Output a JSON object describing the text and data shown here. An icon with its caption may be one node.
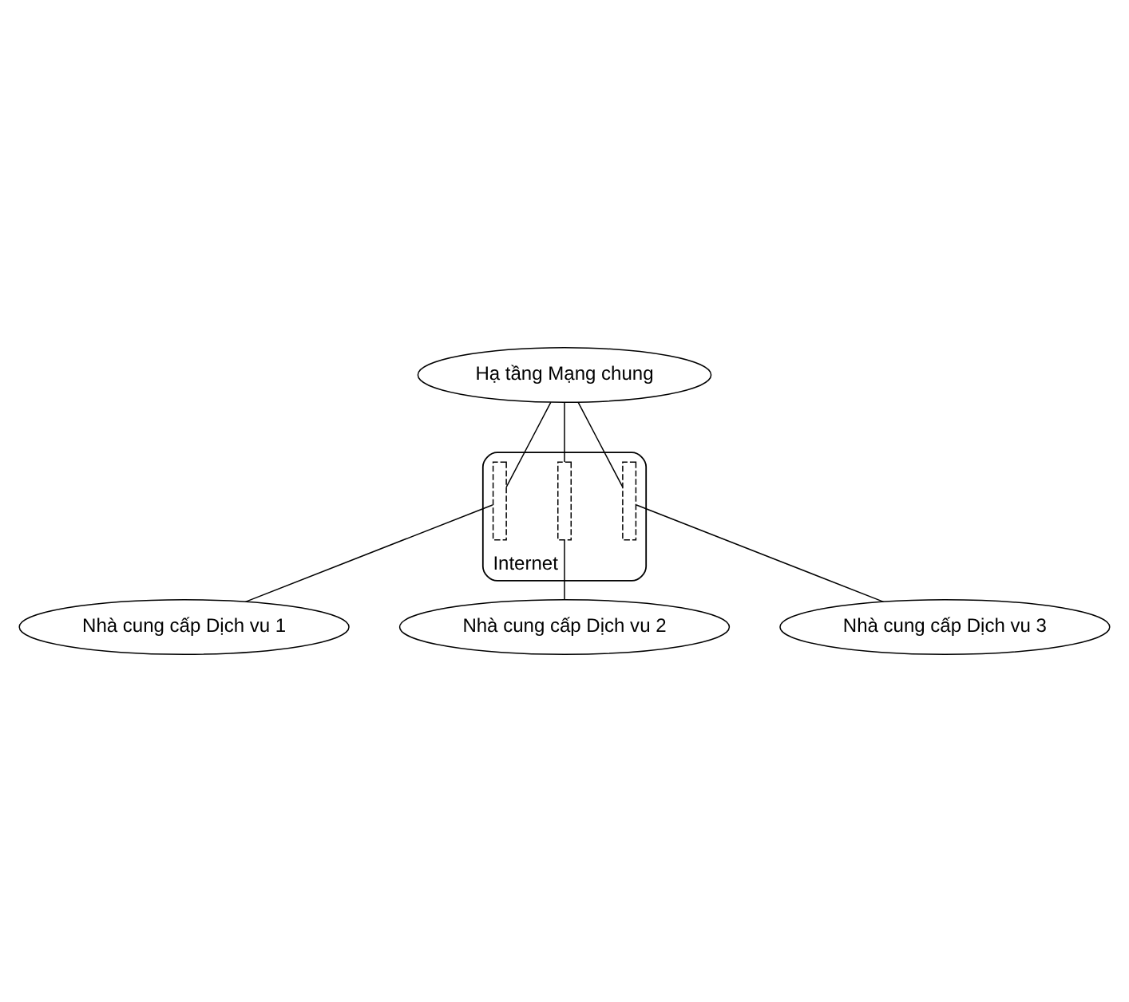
{
  "diagram": {
    "nodes": [
      {
        "text": [
          "Hạ tầng Mạng chung"
        ]
      },
      {
        "text": [
          "Internet"
        ]
      },
      {
        "text": [],
        "shape": "box",
        "in": 1
      },
      {
        "text": [],
        "shape": "box",
        "in": 1
      },
      {
        "text": [],
        "shape": "box",
        "in": 1
      },
      {
        "text": [
          "Nhà cung cấp Dịch vu 1"
        ]
      },
      {
        "text": [
          "Nhà cung cấp Dịch vu 2"
        ]
      },
      {
        "text": [
          "Nhà cung cấp Dịch vu 3"
        ]
      }
    ],
    "edges": [
      {
        "from": 0,
        "to": 2,
        "arrow": "none"
      },
      {
        "from": 2,
        "to": 5,
        "arrow": "none"
      },
      {
        "from": 0,
        "to": 3,
        "arrow": "none"
      },
      {
        "from": 3,
        "to": 6,
        "arrow": "none"
      },
      {
        "from": 0,
        "to": 4,
        "arrow": "none"
      },
      {
        "from": 4,
        "to": 7,
        "arrow": "none"
      }
    ]
  }
}
